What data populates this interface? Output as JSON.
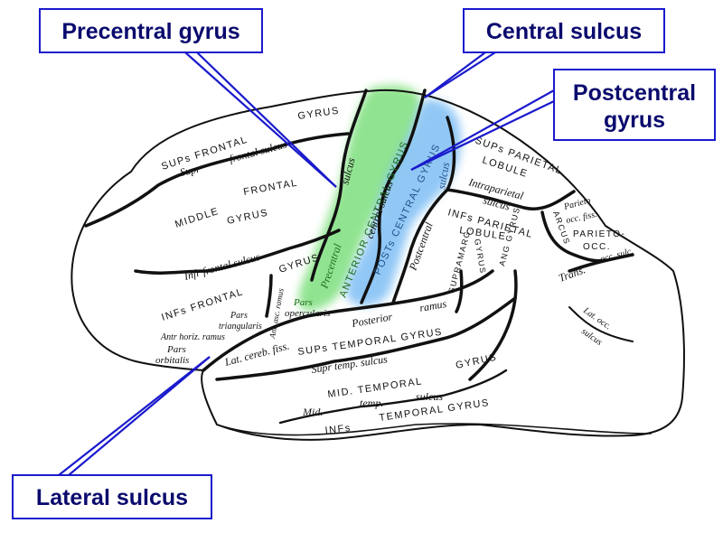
{
  "diagram": {
    "subject": "Lateral surface of cerebral hemisphere",
    "highlight_colors": {
      "precentral_gyrus": "#7fe07f",
      "postcentral_gyrus": "#8cc4f4",
      "callout_border": "#1a1acc",
      "callout_text": "#0a0a6e"
    },
    "callouts": {
      "precentral": "Precentral gyrus",
      "central": "Central sulcus",
      "postcentral_line1": "Postcentral",
      "postcentral_line2": "gyrus",
      "lateral": "Lateral sulcus"
    },
    "labels": {
      "gyrus_top": "GYRUS",
      "sup_frontal": "SUPs FRONTAL",
      "sup_frontal_sulcus": "frontal sulcus",
      "supr": "Supr",
      "middle": "MIDDLE",
      "frontal": "FRONTAL",
      "gyrus_mid": "GYRUS",
      "inf_frontal_sulcus": "Infr frontal sulcus",
      "gyrus_inf": "GYRUS",
      "inf_frontal": "INFs FRONTAL",
      "pars_triangularis_1": "Pars",
      "pars_triangularis_2": "triangularis",
      "ant_asc_ramus": "Ant. asc. ramus",
      "ant_horiz_ramus": "Antr horiz. ramus",
      "pars_orbitalis_1": "Pars",
      "pars_orbitalis_2": "orbitalis",
      "pars_opercularis_1": "Pars",
      "pars_opercularis_2": "opercularis",
      "lat_cereb_fiss": "Lat. cereb. fiss.",
      "posterior_ramus_1": "Posterior",
      "posterior_ramus_2": "ramus",
      "sup_temporal_gyrus": "SUPs TEMPORAL GYRUS",
      "sup_temp_sulcus": "Supr temp. sulcus",
      "mid_temporal_gyrus": "MID. TEMPORAL",
      "mid_temporal_gyrus_2": "GYRUS",
      "mid_temp_sulcus_1": "Mid.",
      "mid_temp_sulcus_2": "temp.",
      "mid_temp_sulcus_3": "sulcus",
      "inf_temporal_1": "INFs",
      "inf_temporal_2": "TEMPORAL GYRUS",
      "precentral_sulcus": "Precentral",
      "precentral_sulcus_2": "sulcus",
      "anterior_central_gyrus": "ANTERIOR CENTRAL GYRUS",
      "central_sulcus": "central sulcus",
      "post_central_gyrus": "POSTs CENTRAL GYRUS",
      "postcentral_sulcus": "Postcentral",
      "postcentral_sulcus_2": "sulcus",
      "sup_parietal_1": "SUPs PARIETAL",
      "sup_parietal_2": "LOBULE",
      "intraparietal_1": "Intraparietal",
      "intraparietal_2": "sulcus",
      "inf_parietal_1": "INFs PARIETAL",
      "inf_parietal_2": "LOBULE",
      "supramarg_gyrus_1": "SUPRAMARG.",
      "supramarg_gyrus_2": "GYRUS",
      "ang_gyrus": "ANG GYRUS",
      "arcus": "ARCUS",
      "parieto_occ_fiss_1": "Parieto",
      "parieto_occ_fiss_2": "occ. fiss.",
      "parieto_occ_1": "PARIETO-",
      "parieto_occ_2": "OCC.",
      "trans_occ_sulc_1": "Trans.",
      "trans_occ_sulc_2": "occ. sulc.",
      "lat_occ_sulcus_1": "Lat. occ.",
      "lat_occ_sulcus_2": "sulcus"
    }
  }
}
